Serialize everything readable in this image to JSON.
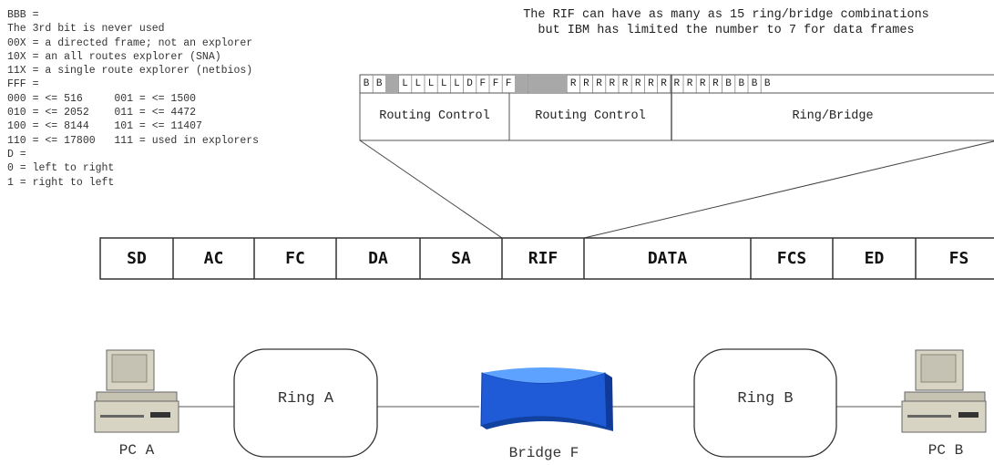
{
  "legend": {
    "lines": [
      "BBB =",
      "The 3rd bit is never used",
      "00X = a directed frame; not an explorer",
      "10X = an all routes explorer (SNA)",
      "11X = a single route explorer (netbios)",
      "FFF =",
      "000 = <= 516     001 = <= 1500",
      "010 = <= 2052    011 = <= 4472",
      "100 = <= 8144    101 = <= 11407",
      "110 = <= 17800   111 = used in explorers",
      "D =",
      "0 = left to right",
      "1 = right to left"
    ]
  },
  "note": {
    "line1": "The RIF can have as many as 15 ring/bridge combinations",
    "line2": "but IBM has limited the number to 7 for data frames"
  },
  "rif": {
    "bits": [
      "B",
      "B",
      "",
      "L",
      "L",
      "L",
      "L",
      "L",
      "D",
      "F",
      "F",
      "F",
      "",
      "",
      "",
      "",
      "R",
      "R",
      "R",
      "R",
      "R",
      "R",
      "R",
      "R",
      "R",
      "R",
      "R",
      "R",
      "B",
      "B",
      "B",
      "B"
    ],
    "field_labels": [
      "Routing Control",
      "Routing Control",
      "Ring/Bridge"
    ]
  },
  "frame": {
    "fields": [
      "SD",
      "AC",
      "FC",
      "DA",
      "SA",
      "RIF",
      "DATA",
      "FCS",
      "ED",
      "FS"
    ]
  },
  "network": {
    "pc_a": "PC A",
    "ring_a": "Ring A",
    "bridge": "Bridge F",
    "ring_b": "Ring B",
    "pc_b": "PC B"
  },
  "colors": {
    "bridge_blue": "#1f5bd6",
    "bridge_light": "#5ea2ff",
    "grid_gray": "#a8a8a8",
    "pc_beige": "#d8d4c4"
  }
}
